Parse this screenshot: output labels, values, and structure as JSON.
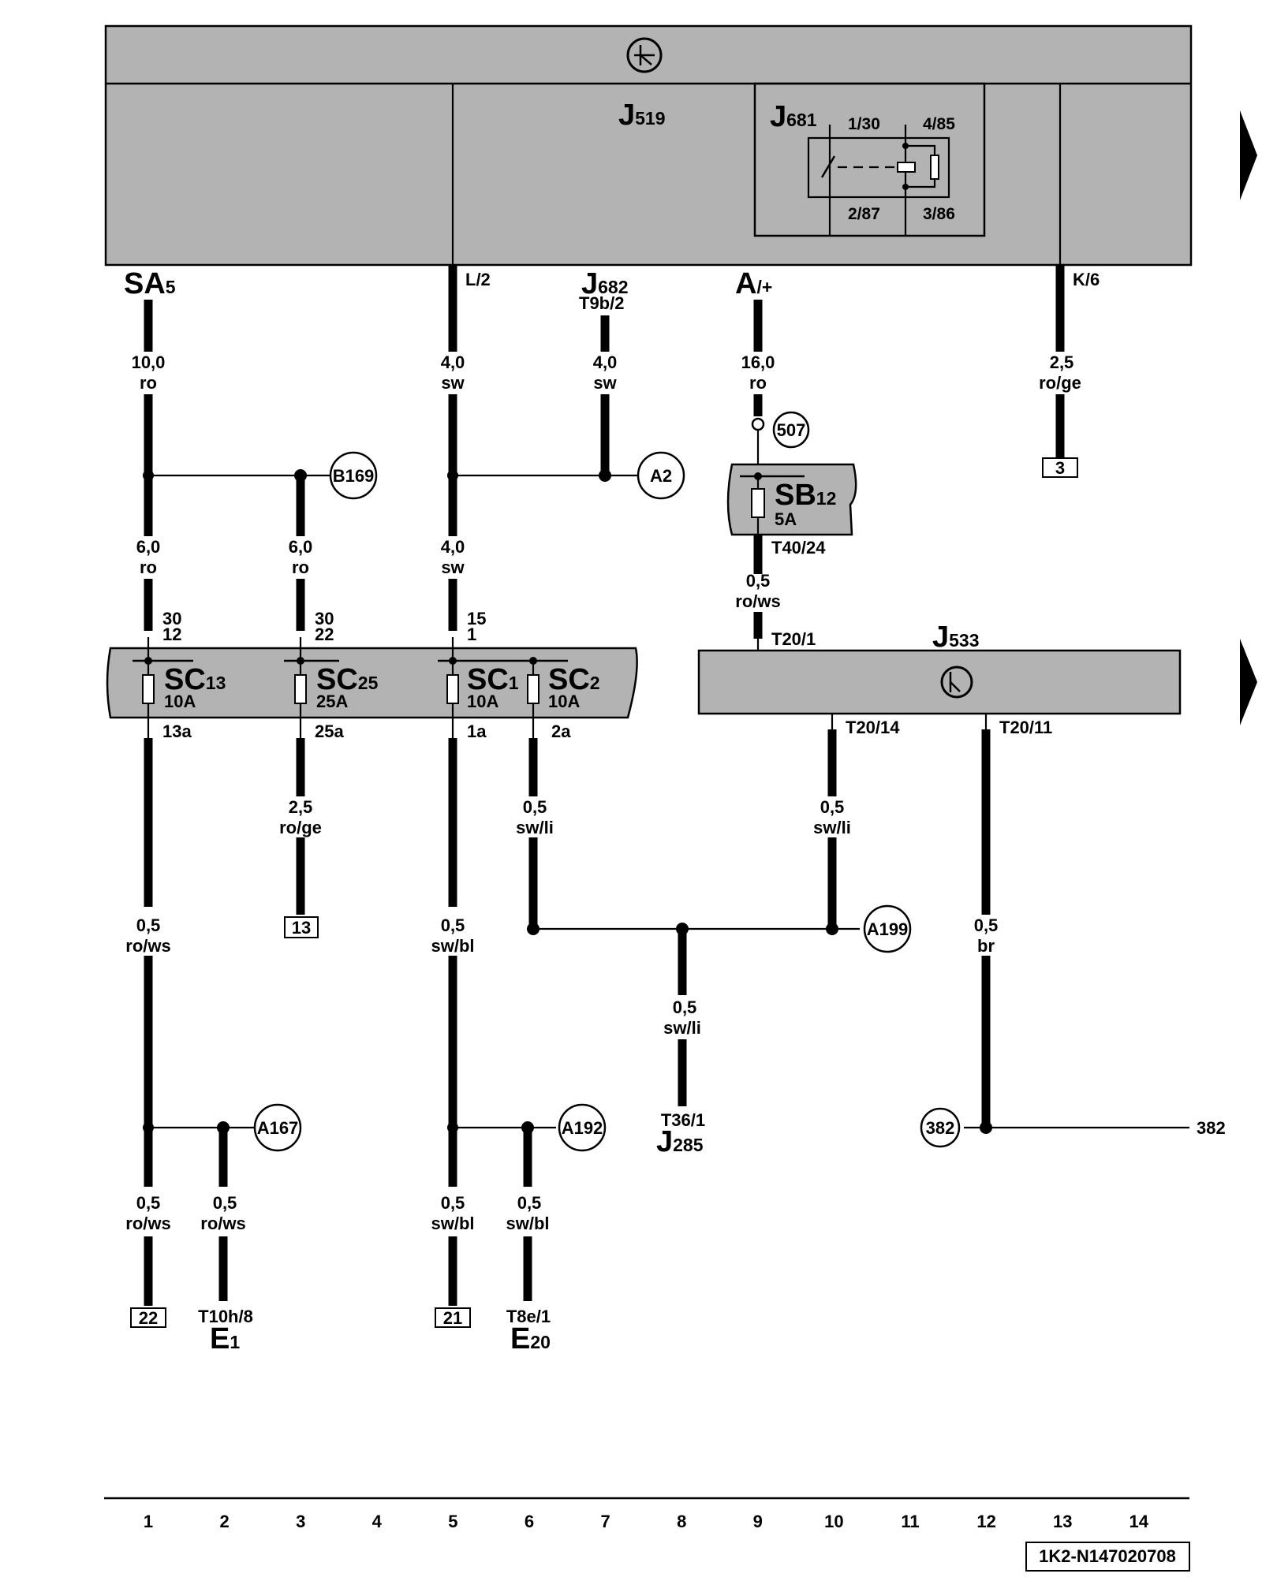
{
  "components": {
    "j519": {
      "main": "J",
      "sub": "519"
    },
    "j681": {
      "main": "J",
      "sub": "681"
    },
    "j682": {
      "main": "J",
      "sub": "682"
    },
    "j533": {
      "main": "J",
      "sub": "533"
    },
    "j285": {
      "main": "J",
      "sub": "285"
    },
    "sa5": {
      "main": "SA",
      "sub": "5"
    },
    "a_plus": {
      "main": "A",
      "sub": "/+"
    },
    "sb12": {
      "main": "SB",
      "sub": "12",
      "rating": "5A"
    },
    "sc13": {
      "main": "SC",
      "sub": "13",
      "rating": "10A"
    },
    "sc25": {
      "main": "SC",
      "sub": "25",
      "rating": "25A"
    },
    "sc1": {
      "main": "SC",
      "sub": "1",
      "rating": "10A"
    },
    "sc2": {
      "main": "SC",
      "sub": "2",
      "rating": "10A"
    },
    "e1": {
      "main": "E",
      "sub": "1"
    },
    "e20": {
      "main": "E",
      "sub": "20"
    }
  },
  "relay_pins": {
    "p1": "1/30",
    "p2": "4/85",
    "p3": "2/87",
    "p4": "3/86"
  },
  "pins": {
    "l2": "L/2",
    "k6": "K/6",
    "t9b2": "T9b/2",
    "t40_24": "T40/24",
    "t20_1": "T20/1",
    "t20_14": "T20/14",
    "t20_11": "T20/11",
    "t36_1": "T36/1",
    "t10h_8": "T10h/8",
    "t8e_1": "T8e/1",
    "sc13_in_a": "30",
    "sc13_in_b": "12",
    "sc25_in_a": "30",
    "sc25_in_b": "22",
    "sc1_in_a": "15",
    "sc1_in_b": "1",
    "sc13_out": "13a",
    "sc25_out": "25a",
    "sc1_out": "1a",
    "sc2_out": "2a"
  },
  "wires": {
    "w1": {
      "size": "10,0",
      "color": "ro"
    },
    "w2": {
      "size": "4,0",
      "color": "sw"
    },
    "w3": {
      "size": "4,0",
      "color": "sw"
    },
    "w4": {
      "size": "16,0",
      "color": "ro"
    },
    "w5": {
      "size": "2,5",
      "color": "ro/ge"
    },
    "w6": {
      "size": "6,0",
      "color": "ro"
    },
    "w7": {
      "size": "6,0",
      "color": "ro"
    },
    "w8": {
      "size": "4,0",
      "color": "sw"
    },
    "w9": {
      "size": "0,5",
      "color": "ro/ws"
    },
    "w10": {
      "size": "2,5",
      "color": "ro/ge"
    },
    "w11": {
      "size": "0,5",
      "color": "sw/li"
    },
    "w12": {
      "size": "0,5",
      "color": "sw/li"
    },
    "w13": {
      "size": "0,5",
      "color": "ro/ws"
    },
    "w14": {
      "size": "0,5",
      "color": "sw/bl"
    },
    "w15": {
      "size": "0,5",
      "color": "br"
    },
    "w16": {
      "size": "0,5",
      "color": "sw/li"
    },
    "w17": {
      "size": "0,5",
      "color": "ro/ws"
    },
    "w18": {
      "size": "0,5",
      "color": "ro/ws"
    },
    "w19": {
      "size": "0,5",
      "color": "sw/bl"
    },
    "w20": {
      "size": "0,5",
      "color": "sw/bl"
    }
  },
  "connections": {
    "c507": "507",
    "b169": "B169",
    "a2": "A2",
    "a199": "A199",
    "a167": "A167",
    "a192": "A192",
    "c382": "382"
  },
  "refs": {
    "r3": "3",
    "r13": "13",
    "r22": "22",
    "r21": "21",
    "r382": "382"
  },
  "columns": [
    "1",
    "2",
    "3",
    "4",
    "5",
    "6",
    "7",
    "8",
    "9",
    "10",
    "11",
    "12",
    "13",
    "14"
  ],
  "doc_id": "1K2-N147020708",
  "colors": {
    "component_fill": "#b3b3b3",
    "line": "#000000"
  }
}
